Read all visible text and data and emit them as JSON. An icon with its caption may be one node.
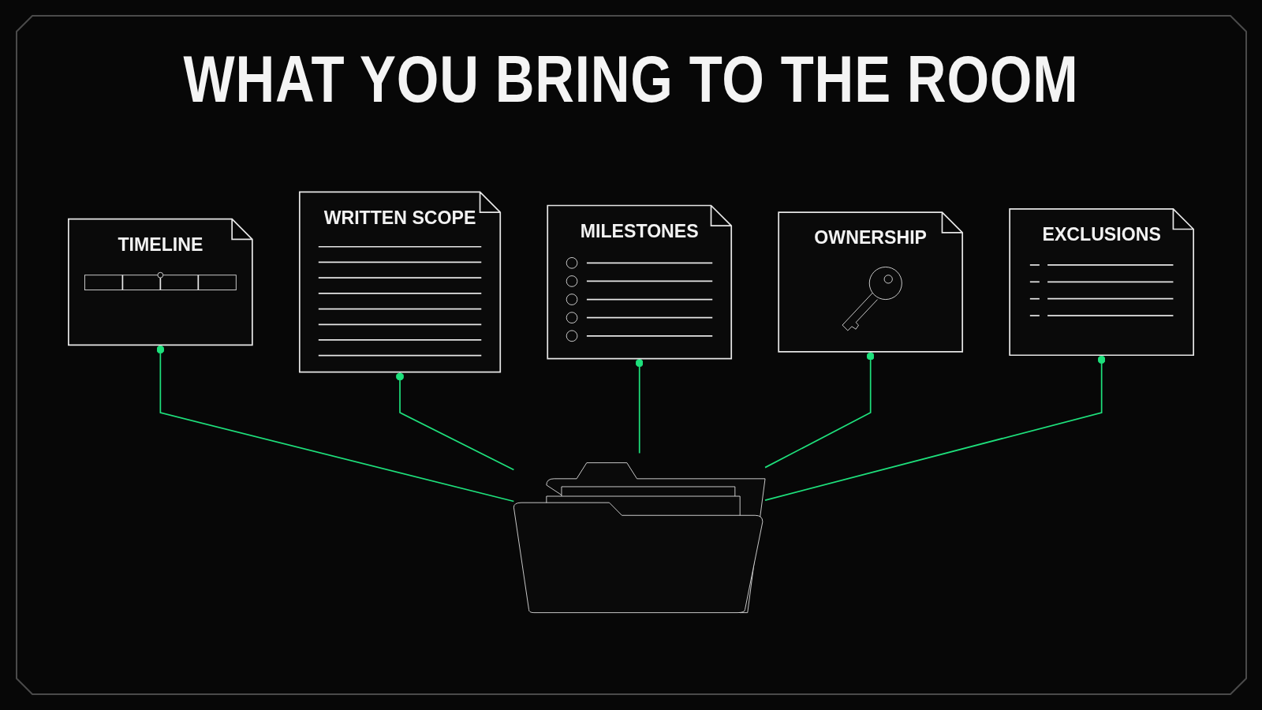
{
  "diagram": {
    "title": "WHAT YOU BRING TO THE ROOM",
    "nodes": [
      {
        "text": [
          "TIMELINE"
        ]
      },
      {
        "text": [
          "WRITTEN SCOPE"
        ]
      },
      {
        "text": [
          "MILESTONES"
        ]
      },
      {
        "text": [
          "OWNERSHIP"
        ]
      },
      {
        "text": [
          "EXCLUSIONS"
        ]
      },
      {
        "text": [],
        "shape": "folder"
      }
    ],
    "edges": [
      {
        "from": 5,
        "to": 0,
        "arrow": "other"
      },
      {
        "from": 5,
        "to": 1,
        "arrow": "other"
      },
      {
        "from": 5,
        "to": 2,
        "arrow": "other"
      },
      {
        "from": 5,
        "to": 3,
        "arrow": "other"
      },
      {
        "from": 5,
        "to": 4,
        "arrow": "other"
      }
    ]
  }
}
